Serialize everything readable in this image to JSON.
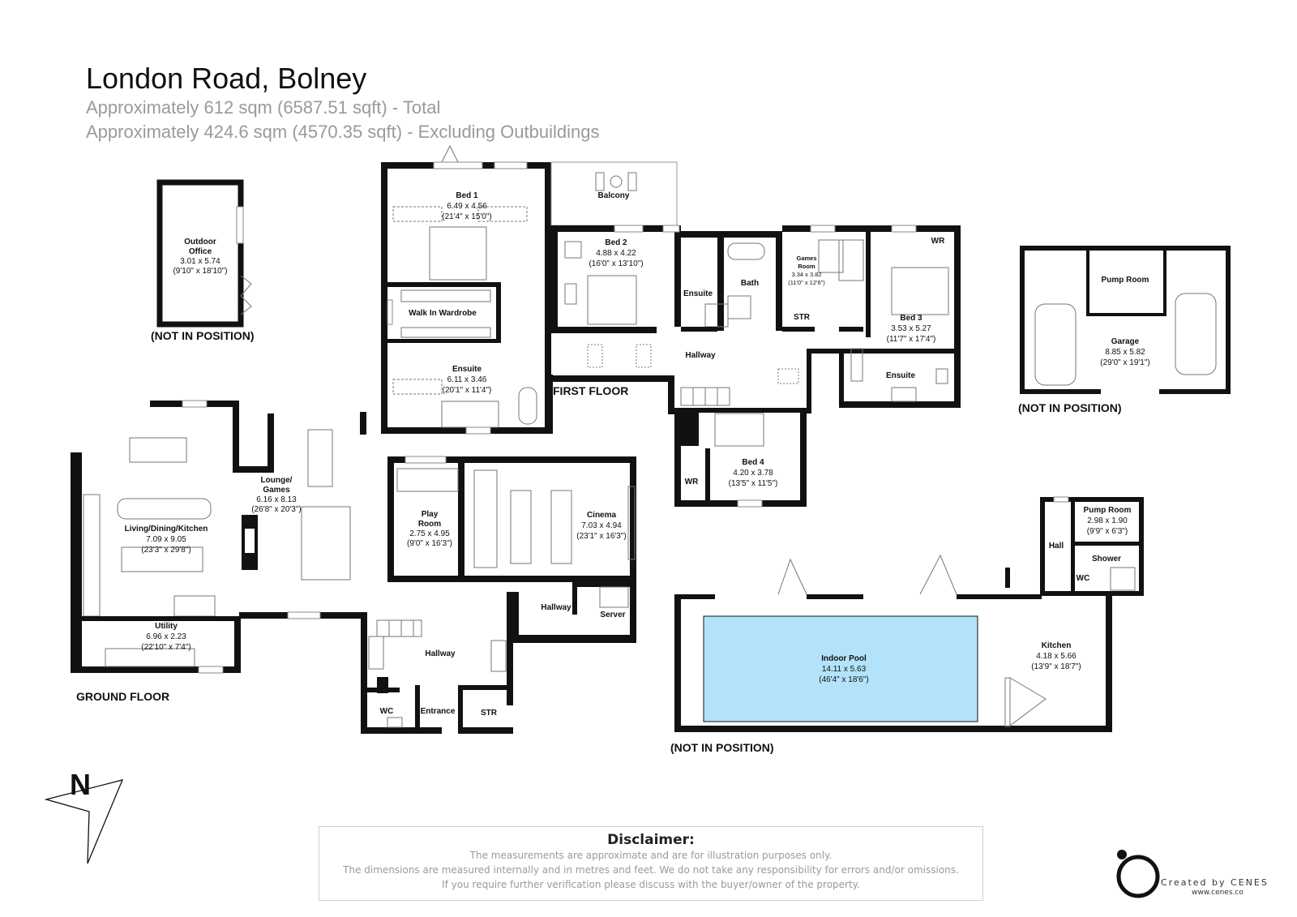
{
  "header": {
    "title": "London Road, Bolney",
    "total": "Approximately 612 sqm (6587.51 sqft) - Total",
    "excluding": "Approximately 424.6 sqm (4570.35 sqft) - Excluding Outbuildings"
  },
  "floor_labels": {
    "first_floor": "FIRST FLOOR",
    "ground_floor": "GROUND FLOOR",
    "not_in_position": "(NOT IN POSITION)"
  },
  "rooms": {
    "outdoor_office": {
      "name1": "Outdoor",
      "name2": "Office",
      "metric": "3.01 x 5.74",
      "imperial": "(9'10\" x 18'10\")"
    },
    "bed1": {
      "name": "Bed 1",
      "metric": "6.49 x 4.56",
      "imperial": "(21'4\" x 15'0\")"
    },
    "balcony": {
      "name": "Balcony"
    },
    "bed2": {
      "name": "Bed 2",
      "metric": "4.88 x 4.22",
      "imperial": "(16'0\" x 13'10\")"
    },
    "ensuite_bed2": {
      "name": "Ensuite"
    },
    "bath": {
      "name": "Bath"
    },
    "games_room": {
      "name1": "Games",
      "name2": "Room",
      "metric": "3.34 x 3.82",
      "imperial": "(11'0\" x 12'6\")"
    },
    "wr_bed3": {
      "name": "WR"
    },
    "bed3": {
      "name": "Bed 3",
      "metric": "3.53 x 5.27",
      "imperial": "(11'7\" x 17'4\")"
    },
    "walk_in": {
      "name": "Walk In Wardrobe"
    },
    "ensuite_bed1": {
      "name": "Ensuite",
      "metric": "6.11 x 3.46",
      "imperial": "(20'1\" x 11'4\")"
    },
    "str_first": {
      "name": "STR"
    },
    "hallway_first": {
      "name": "Hallway"
    },
    "ensuite_bed3": {
      "name": "Ensuite"
    },
    "bed4": {
      "name": "Bed 4",
      "metric": "4.20 x 3.78",
      "imperial": "(13'5\" x 11'5\")"
    },
    "wr_bed4": {
      "name": "WR"
    },
    "garage": {
      "name": "Garage",
      "metric": "8.85 x 5.82",
      "imperial": "(29'0\" x 19'1\")"
    },
    "pump_room_garage": {
      "name": "Pump Room"
    },
    "lounge": {
      "name1": "Lounge/",
      "name2": "Games",
      "metric": "6.16 x 8.13",
      "imperial": "(26'8\" x 20'3\")"
    },
    "living": {
      "name": "Living/Dining/Kitchen",
      "metric": "7.09 x 9.05",
      "imperial": "(23'3\" x 29'8\")"
    },
    "utility": {
      "name": "Utility",
      "metric": "6.96 x 2.23",
      "imperial": "(22'10\" x 7'4\")"
    },
    "play_room": {
      "name1": "Play",
      "name2": "Room",
      "metric": "2.75 x 4.95",
      "imperial": "(9'0\" x 16'3\")"
    },
    "cinema": {
      "name": "Cinema",
      "metric": "7.03 x 4.94",
      "imperial": "(23'1\" x 16'3\")"
    },
    "hallway_ground_small": {
      "name": "Hallway"
    },
    "server": {
      "name": "Server"
    },
    "hallway_ground": {
      "name": "Hallway"
    },
    "wc_ground": {
      "name": "WC"
    },
    "entrance": {
      "name": "Entrance"
    },
    "str_ground": {
      "name": "STR"
    },
    "pump_room_pool": {
      "name": "Pump Room",
      "metric": "2.98 x 1.90",
      "imperial": "(9'9\" x 6'3\")"
    },
    "hall_pool": {
      "name": "Hall"
    },
    "shower": {
      "name": "Shower"
    },
    "wc_pool": {
      "name": "WC"
    },
    "kitchen_pool": {
      "name": "Kitchen",
      "metric": "4.18 x 5.66",
      "imperial": "(13'9\" x 18'7\")"
    },
    "indoor_pool": {
      "name": "Indoor Pool",
      "metric": "14.11 x 5.63",
      "imperial": "(46'4\" x 18'6\")"
    }
  },
  "compass": {
    "letter": "N"
  },
  "disclaimer": {
    "heading": "Disclaimer:",
    "line1": "The measurements are approximate and are for illustration purposes only.",
    "line2": "The dimensions are measured internally and in metres and feet. We do not take any responsibility for errors and/or omissions.",
    "line3": "If you require further verification please discuss with the buyer/owner of the property."
  },
  "branding": {
    "created_by": "Created by CENES",
    "url": "www.cenes.co"
  },
  "colors": {
    "walls": "#111111",
    "pool_water": "#b3e3fb",
    "subtitle": "#9a9a9a"
  }
}
